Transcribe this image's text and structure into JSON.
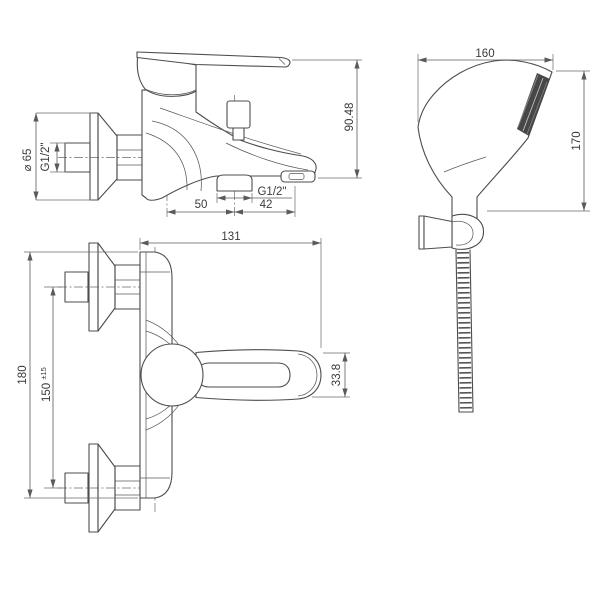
{
  "colors": {
    "background": "#ffffff",
    "line": "#4d4d4d",
    "dimension_line": "#5a5a5a",
    "text": "#3a3a3a",
    "spray_face": "#474747"
  },
  "side_view": {
    "dims": {
      "escutcheon_diameter": "⌀ 65",
      "inlet_thread": "G1/2\"",
      "overall_height": "90.48",
      "axis_to_shower_outlet": "50",
      "shower_outlet_to_spout": "42",
      "shower_outlet_thread": "G1/2\""
    }
  },
  "front_view": {
    "dims": {
      "length": "131",
      "overall_height": "180",
      "inlet_spacing": "150",
      "inlet_spacing_tolerance": "±15",
      "handle_width": "33.8"
    }
  },
  "shower_view": {
    "dims": {
      "head_width": "160",
      "head_length": "170"
    }
  }
}
